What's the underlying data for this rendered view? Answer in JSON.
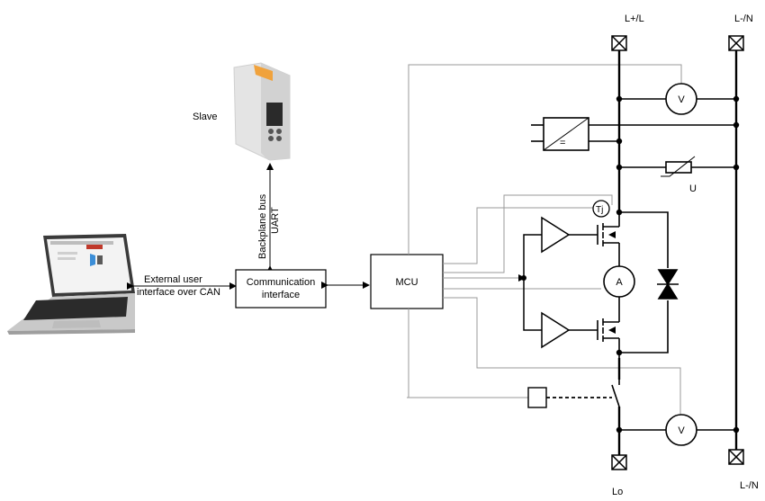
{
  "slave_label": "Slave",
  "bus": {
    "line1": "Backplane bus",
    "line2": "UART"
  },
  "external": {
    "line1": "External user",
    "line2": "interface over CAN"
  },
  "comm": {
    "line1": "Communication",
    "line2": "interface"
  },
  "mcu_label": "MCU",
  "terminals": {
    "lplus": "L+/L",
    "lminus_top": "L-/N",
    "lo": "Lo",
    "lminus_bottom": "L-/N"
  },
  "meters": {
    "voltmeter_top": "V",
    "ammeter": "A",
    "voltmeter_bottom": "V"
  },
  "converter_symbol": "=",
  "varistor_label": "U",
  "temp_sensor_label": "Tj",
  "colors": {
    "line": "#000000",
    "signal": "#9a9a9a"
  }
}
